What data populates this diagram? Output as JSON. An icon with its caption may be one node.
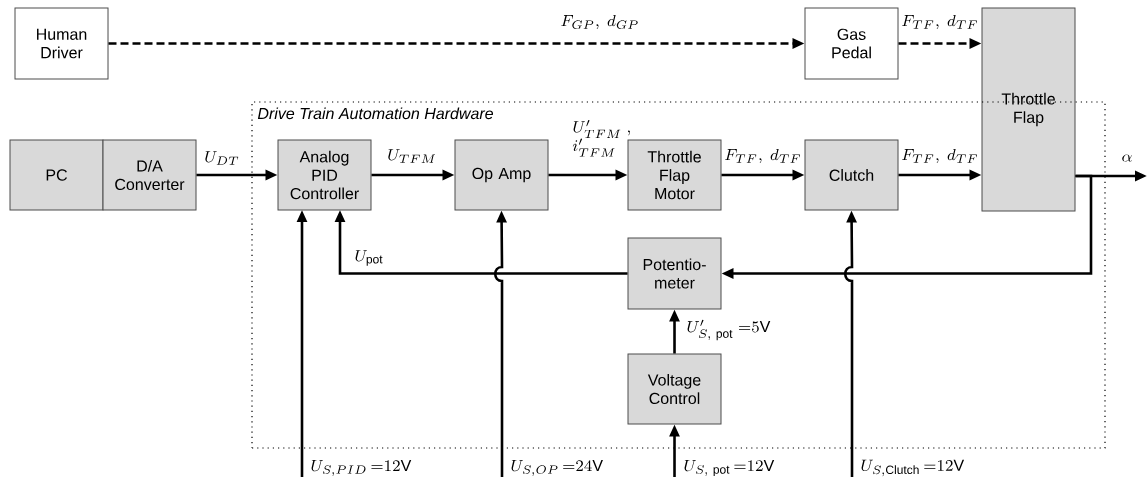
{
  "diagram": {
    "nodes": [
      {
        "text": [
          "Human Driver"
        ]
      },
      {
        "text": [
          "Gas Pedal"
        ]
      },
      {
        "text": [
          "Throttle Flap"
        ]
      },
      {
        "text": [
          "Drive Train Automation Hardware"
        ]
      },
      {
        "text": [
          "PC"
        ]
      },
      {
        "text": [
          "D/A Converter"
        ]
      },
      {
        "text": [
          "Analog PID Controller"
        ],
        "in": 3
      },
      {
        "text": [
          "Op Amp"
        ],
        "in": 3
      },
      {
        "text": [
          "Throttle Flap Motor"
        ],
        "in": 3
      },
      {
        "text": [
          "Clutch"
        ],
        "in": 3
      },
      {
        "text": [
          "Potentio- meter"
        ],
        "in": 3
      },
      {
        "text": [
          "Voltage Control"
        ],
        "in": 3
      }
    ],
    "edges": [
      {
        "from": 0,
        "to": 1,
        "arrow": "to",
        "style": "dashed",
        "label": "F_{GP},\\ d_{GP}"
      },
      {
        "from": 1,
        "to": 2,
        "arrow": "to",
        "style": "dashed",
        "label": "F_{TF},\\ d_{TF}"
      },
      {
        "from": 5,
        "to": 6,
        "arrow": "to",
        "label": "U_{DT}"
      },
      {
        "from": 6,
        "to": 7,
        "arrow": "to",
        "label": "U_{TFM}"
      },
      {
        "from": 7,
        "to": 8,
        "arrow": "to",
        "label": "\\begin{array}{l}U'_{TFM}\\ ,\\\\ i'_{TFM}\\end{array}"
      },
      {
        "from": 8,
        "to": 9,
        "arrow": "to",
        "label": "F_{TF},\\ d_{TF}"
      },
      {
        "from": 9,
        "to": 2,
        "arrow": "to",
        "label": "F_{TF},\\ d_{TF}"
      },
      {
        "from": 2,
        "to": null,
        "arrow": "to",
        "label": "\\alpha"
      },
      {
        "from": 2,
        "to": 10,
        "arrow": "to"
      },
      {
        "from": 10,
        "to": 6,
        "arrow": "to",
        "label": "U_{\\mathrm{pot}}"
      },
      {
        "from": 11,
        "to": 10,
        "arrow": "to",
        "label": "U'_{S,\\ \\mathrm{pot}}\\ {=}5\\mathrm{V}"
      },
      {
        "from": null,
        "to": 6,
        "arrow": "to",
        "label": "U_{S,PID}\\,{=}12\\mathrm{V}"
      },
      {
        "from": null,
        "to": 7,
        "arrow": "to",
        "label": "U_{S,OP}\\,{=}24\\mathrm{V}"
      },
      {
        "from": null,
        "to": 11,
        "arrow": "to",
        "label": "U_{S,\\ \\mathrm{pot}}\\,{=}12\\mathrm{V}"
      },
      {
        "from": null,
        "to": 9,
        "arrow": "to",
        "label": "U_{S,\\mathrm{Clutch}}\\,{=}12\\mathrm{V}"
      }
    ]
  }
}
